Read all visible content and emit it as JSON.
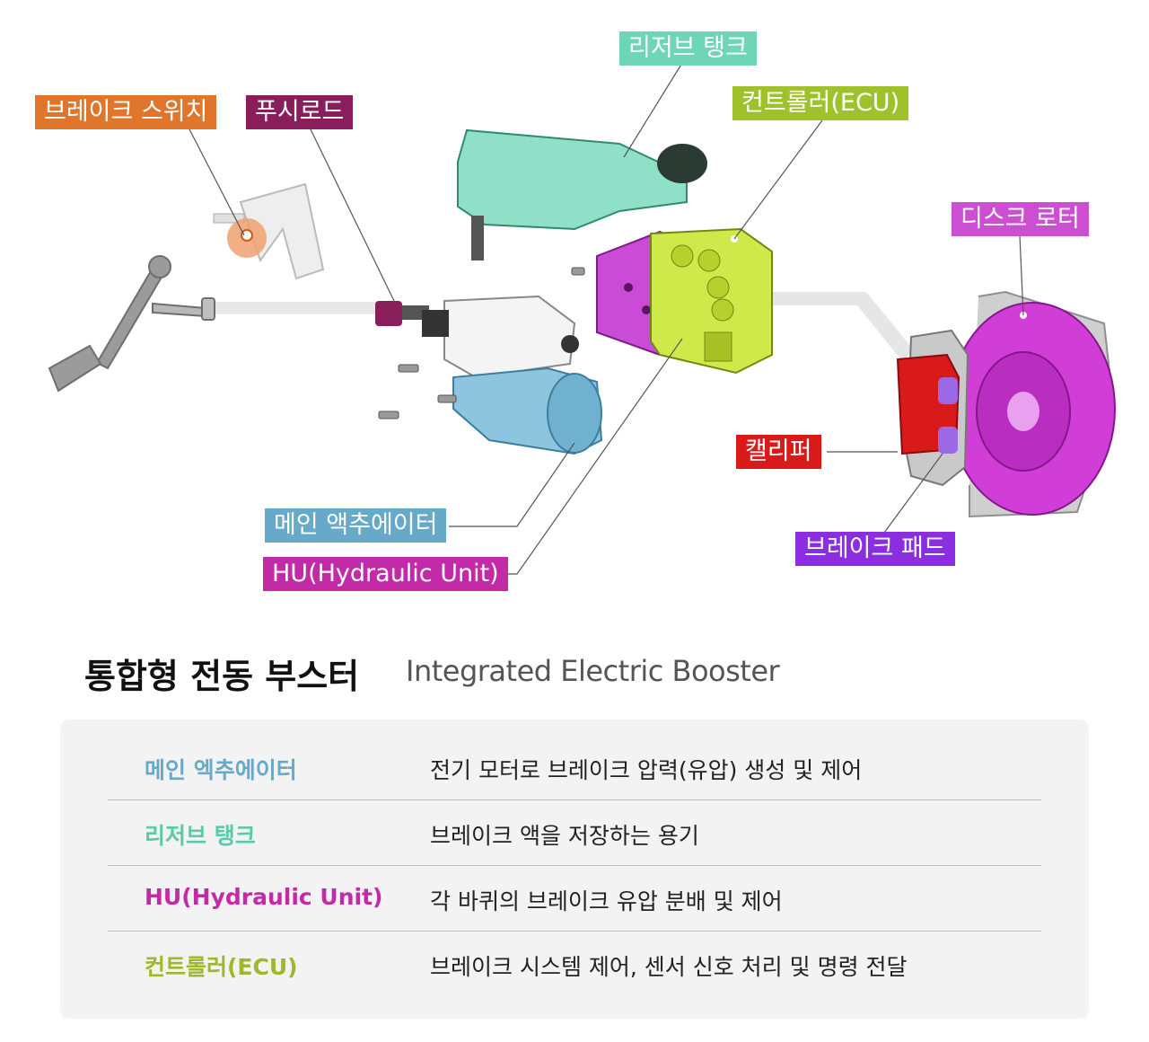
{
  "colors": {
    "brake_switch": "#e0762b",
    "pushrod": "#8a1e5c",
    "reservoir": "#6fd5b8",
    "ecu": "#9fc12c",
    "disc_rotor": "#cc4fd1",
    "caliper": "#d81a1a",
    "brake_pad": "#8b2ee0",
    "actuator": "#66a9c8",
    "hu": "#c22aa8"
  },
  "labels": {
    "brake_switch": "브레이크 스위치",
    "pushrod": "푸시로드",
    "reservoir": "리저브 탱크",
    "ecu": "컨트롤러(ECU)",
    "disc_rotor": "디스크 로터",
    "caliper": "캘리퍼",
    "brake_pad": "브레이크 패드",
    "actuator": "메인 액추에이터",
    "hu": "HU(Hydraulic Unit)"
  },
  "title": {
    "korean": "통합형 전동 부스터",
    "english": "Integrated Electric Booster"
  },
  "table": [
    {
      "name": "메인 엑추에이터",
      "desc": "전기 모터로 브레이크 압력(유압) 생성 및 제어",
      "color": "#66a9c8"
    },
    {
      "name": "리저브 탱크",
      "desc": "브레이크 액을 저장하는 용기",
      "color": "#5cc9a9"
    },
    {
      "name": "HU(Hydraulic Unit)",
      "desc": "각 바퀴의 브레이크 유압 분배 및 제어",
      "color": "#c22aa8"
    },
    {
      "name": "컨트롤러(ECU)",
      "desc": "브레이크 시스템 제어, 센서 신호 처리 및 명령 전달",
      "color": "#9fb82b"
    }
  ]
}
